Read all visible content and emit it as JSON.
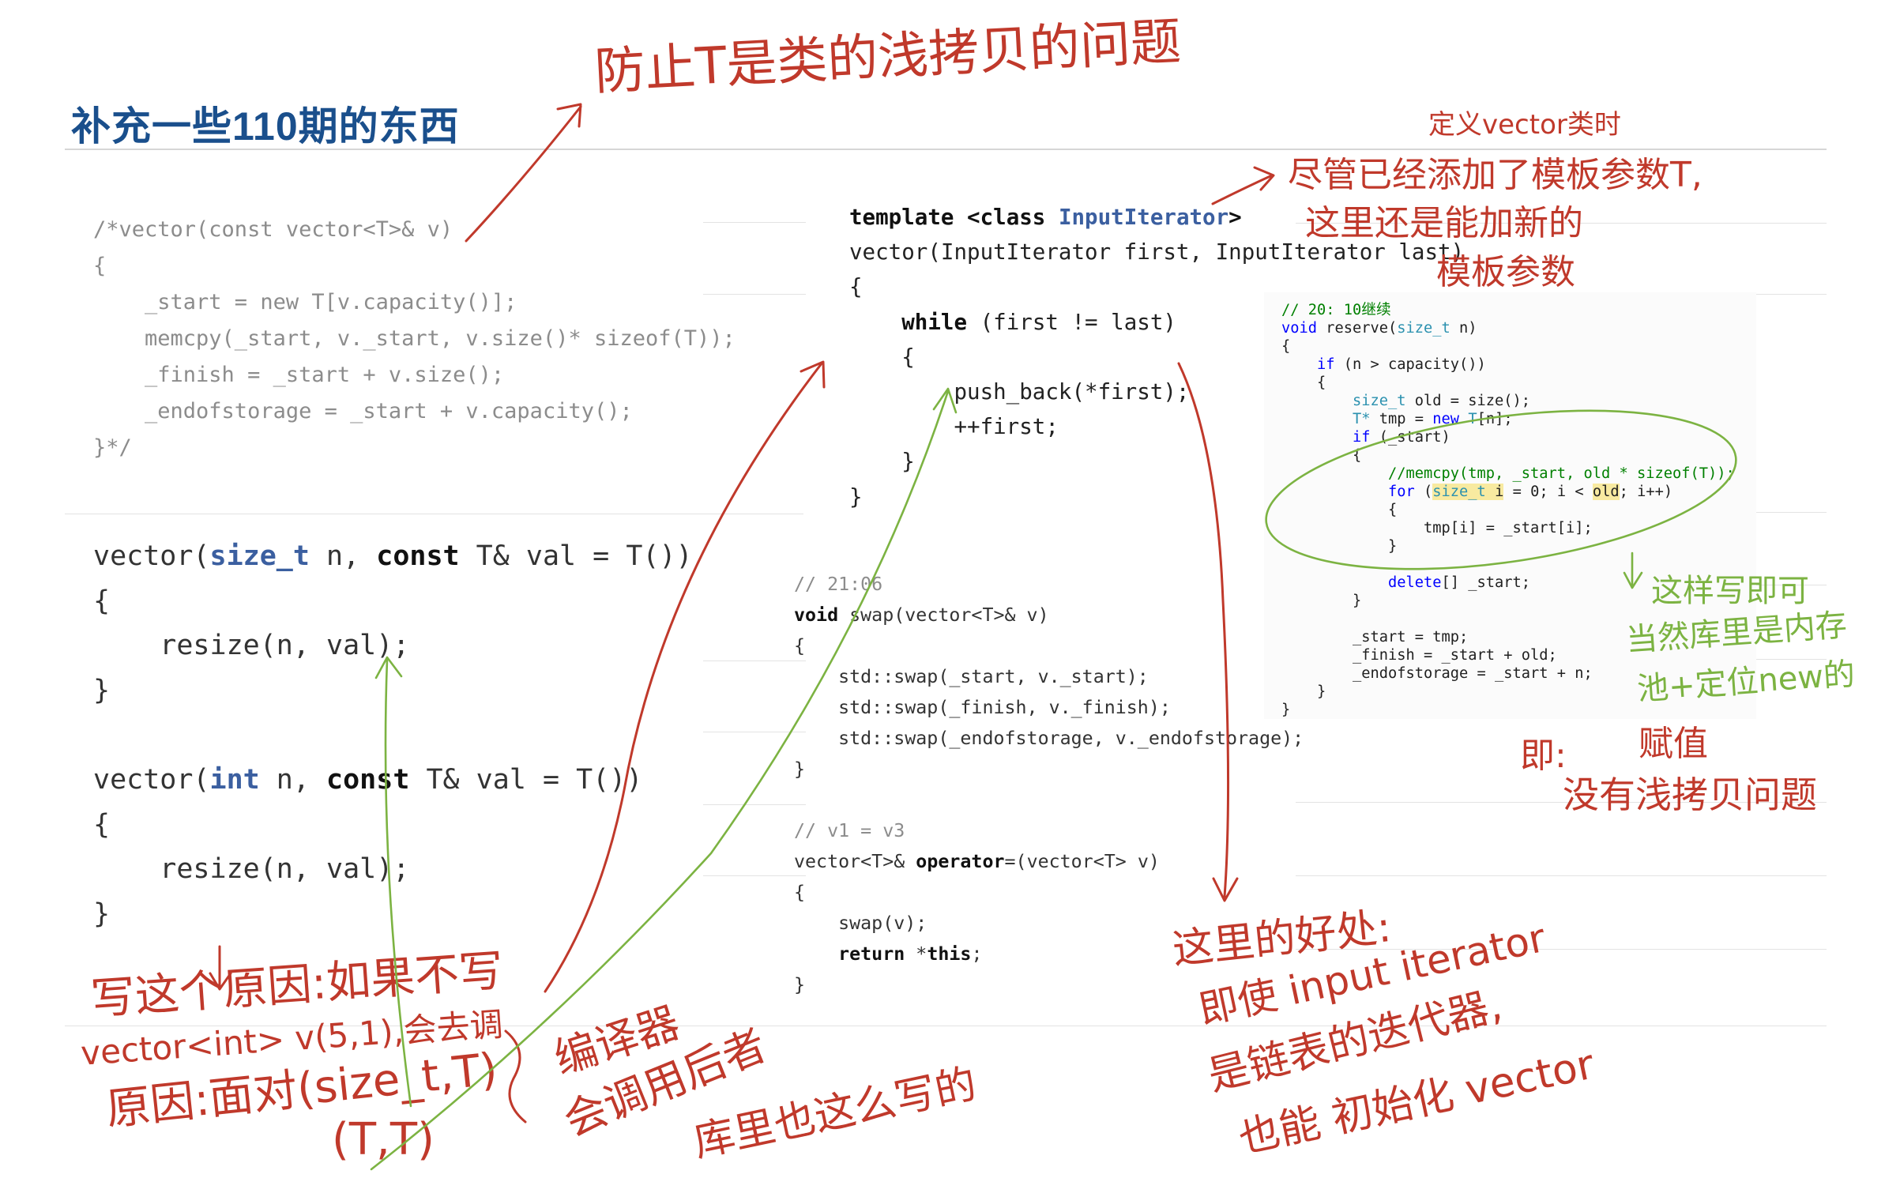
{
  "title": "补充一些110期的东西",
  "code_block_1": [
    "/*vector(const vector<T>& v)",
    "{",
    "    _start = new T[v.capacity()];",
    "    memcpy(_start, v._start, v.size()* sizeof(T));",
    "    _finish = _start + v.size();",
    "    _endofstorage = _start + v.capacity();",
    "}*/"
  ],
  "code_block_2": {
    "ctor1_sig_a": "vector(",
    "ctor1_type": "size_t",
    "ctor1_sig_b": " n, ",
    "ctor1_const": "const",
    "ctor1_sig_c": " T& val = T())",
    "ctor1_open": "{",
    "ctor1_body": "    resize(n, val);",
    "ctor1_close": "}",
    "ctor2_sig_a": "vector(",
    "ctor2_type": "int",
    "ctor2_sig_b": " n, ",
    "ctor2_const": "const",
    "ctor2_sig_c": " T& val = T())",
    "ctor2_open": "{",
    "ctor2_body": "    resize(n, val);",
    "ctor2_close": "}"
  },
  "code_block_3": {
    "kw_template": "template",
    "lt": " <",
    "kw_class": "class",
    "space": " ",
    "type_name": "InputIterator",
    "gt": ">",
    "line2": "vector(InputIterator first, InputIterator last)",
    "line3": "{",
    "indent4": "    ",
    "kw_while": "while",
    "line4_rest": " (first != last)",
    "line5": "    {",
    "line6": "        push_back(*first);",
    "line7": "        ++first;",
    "line8": "    }",
    "line9": "}"
  },
  "code_block_4": {
    "comment1": "// 21:06",
    "kw_void": "void",
    "swap_sig": " swap(vector<T>& v)",
    "open1": "{",
    "swap1": "    std::swap(_start, v._start);",
    "swap2": "    std::swap(_finish, v._finish);",
    "swap3": "    std::swap(_endofstorage, v._endofstorage);",
    "close1": "}",
    "comment2": "// v1 = v3",
    "op_a": "vector<T>& ",
    "op_kw": "operator",
    "op_b": "=(vector<T> v)",
    "open2": "{",
    "body1": "    swap(v);",
    "indent": "    ",
    "kw_return": "return",
    "ret_mid": " *",
    "kw_this": "this",
    "semi": ";",
    "close2": "}"
  },
  "ide_snippet": {
    "l1": "// 20: 10继续",
    "l2_kw": "void",
    "l2_rest": " reserve(",
    "l2_type": "size_t",
    "l2_end": " n)",
    "l3": "{",
    "l4_pre": "    ",
    "l4_kw": "if",
    "l4_rest": " (n > capacity())",
    "l5": "    {",
    "l6_pre": "        ",
    "l6_type": "size_t",
    "l6_rest": " old = size();",
    "l7_pre": "        ",
    "l7_type": "T*",
    "l7_mid": " tmp = ",
    "l7_kw": "new",
    "l7_type2": " T",
    "l7_end": "[n];",
    "l8_pre": "        ",
    "l8_kw": "if",
    "l8_rest": " (_start)",
    "l9": "        {",
    "l10_pre": "            ",
    "l10_cm": "//memcpy(tmp, _start, old * sizeof(T));",
    "l11_pre": "            ",
    "l11_kw": "for",
    "l11_a": " (",
    "l11_type": "size_t",
    "l11_sp": " ",
    "l11_i": "i",
    "l11_b": " = 0; i < ",
    "l11_old": "old",
    "l11_c": "; i++)",
    "l12": "            {",
    "l13": "                tmp[i] = _start[i];",
    "l14": "            }",
    "l15_pre": "            ",
    "l15_kw": "delete",
    "l15_rest": "[] _start;",
    "l16": "        }",
    "l17": "        _start = tmp;",
    "l18": "        _finish = _start + old;",
    "l19": "        _endofstorage = _start + n;",
    "l20": "    }",
    "l21": "}"
  },
  "annotations": {
    "top_red": "防止T是类的浅拷贝的问题",
    "right_red_1": "定义vector类时",
    "right_red_2": "尽管已经添加了模板参数T,",
    "right_red_3": "这里还是能加新的",
    "right_red_4": "模板参数",
    "green_1": "这样写即可",
    "green_2": "当然库里是内存",
    "green_3": "池+定位new的",
    "red_assign_1": "赋值",
    "red_assign_2": "即:",
    "red_assign_3": "没有浅拷贝问题",
    "bottom_mid_1": "这里的好处:",
    "bottom_mid_2": "即使 input iterator",
    "bottom_mid_3": "是链表的迭代器,",
    "bottom_mid_4": "也能 初始化 vector",
    "bottom_left_1": "写这个原因:如果不写",
    "bottom_left_2": "vector<int>  v(5,1),会去调",
    "bottom_left_3": "原因:面对(size_t,T)",
    "bottom_left_4": "(T,T)",
    "bottom_left_5": "编译器",
    "bottom_left_6": "会调用后者",
    "bottom_left_7": "库里也这么写的"
  }
}
